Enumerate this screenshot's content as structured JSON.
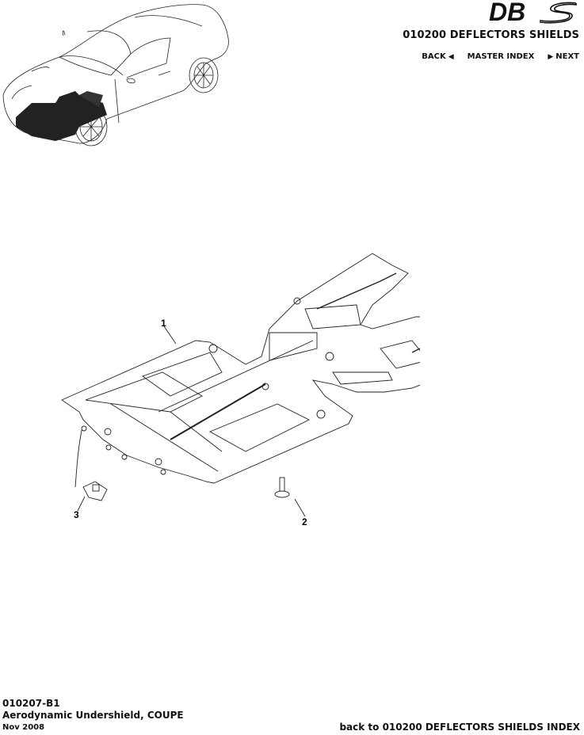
{
  "header": {
    "logo_text": "DBS",
    "section_title": "010200 DEFLECTORS SHIELDS",
    "nav": {
      "back_label": "BACK",
      "back_icon": "triangle-left-icon",
      "master_index_label": "MASTER INDEX",
      "next_icon": "triangle-right-icon",
      "next_label": "NEXT"
    }
  },
  "diagram": {
    "callouts": [
      {
        "number": "1",
        "part": "undershield"
      },
      {
        "number": "2",
        "part": "screw"
      },
      {
        "number": "3",
        "part": "clip-nut"
      }
    ]
  },
  "footer": {
    "part_code": "010207-B1",
    "description": "Aerodynamic Undershield, COUPE",
    "date": "Nov 2008",
    "back_link": "back to 010200 DEFLECTORS SHIELDS INDEX"
  }
}
